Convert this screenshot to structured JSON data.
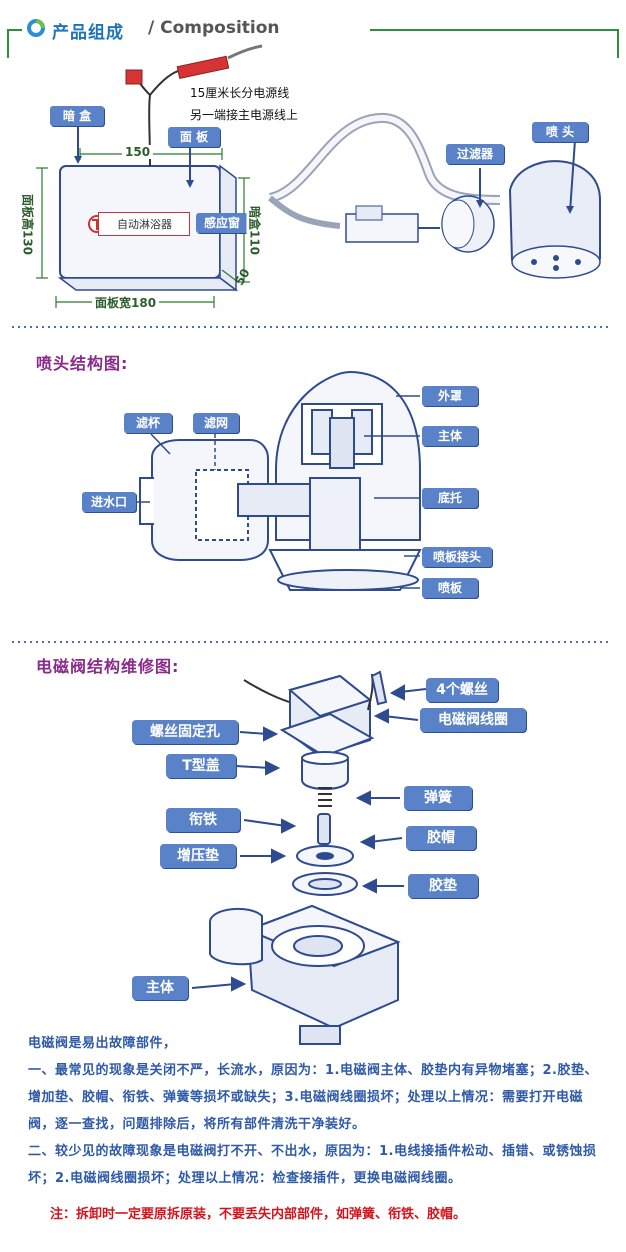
{
  "header": {
    "title_cn": "产品组成",
    "title_en": "/ Composition",
    "accent": "#1e73b9"
  },
  "overview": {
    "cable_note_1": "15厘米长分电源线",
    "cable_note_2": "另一端接主电源线上",
    "labels": {
      "dark_box": "暗 盒",
      "panel": "面 板",
      "sensor_window": "感应窗",
      "filter": "过滤器",
      "nozzle": "喷 头"
    },
    "panel_text": "自动淋浴器",
    "dims": {
      "width_top": "150",
      "panel_height": "面板高130",
      "box_height": "暗盒110",
      "depth": "50",
      "panel_width": "面板宽180"
    }
  },
  "nozzle_section": {
    "title": "喷头结构图:",
    "labels": {
      "filter_cup": "滤杯",
      "filter_mesh": "滤网",
      "inlet": "进水口",
      "cover": "外罩",
      "main_body": "主体",
      "base": "底托",
      "plate_joint": "喷板接头",
      "plate": "喷板"
    }
  },
  "valve_section": {
    "title": "电磁阀结构维修图:",
    "labels": {
      "screws": "4个螺丝",
      "coil": "电磁阀线圈",
      "screw_hole": "螺丝固定孔",
      "t_cap": "T型盖",
      "spring": "弹簧",
      "armature": "衔铁",
      "rubber_cap": "胶帽",
      "booster_pad": "增压垫",
      "gasket": "胶垫",
      "main_body": "主体"
    }
  },
  "text": {
    "p0": "电磁阀是易出故障部件，",
    "p1": "一、最常见的现象是关闭不严，长流水，原因为：1.电磁阀主体、胶垫内有异物堵塞；2.胶垫、增加垫、胶帽、衔铁、弹簧等损坏或缺失；3.电磁阀线圈损坏；处理以上情况：需要打开电磁阀，逐一查找，问题排除后，将所有部件清洗干净装好。",
    "p2": "二、较少见的故障现象是电磁阀打不开、不出水，原因为：1.电线接插件松动、插错、或锈蚀损坏；2.电磁阀线圈损坏；处理以上情况：检查接插件，更换电磁阀线圈。",
    "warning": "注：拆卸时一定要原拆原装，不要丢失内部部件，如弹簧、衔铁、胶帽。"
  }
}
